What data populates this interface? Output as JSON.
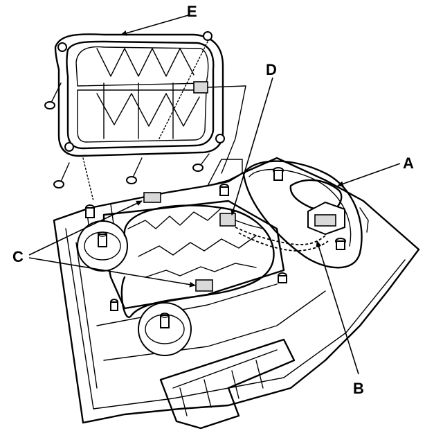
{
  "diagram": {
    "callouts": {
      "a": "A",
      "b": "B",
      "c": "C",
      "d": "D",
      "e": "E"
    },
    "colors": {
      "ink": "#000000",
      "background": "#ffffff",
      "shade": "#d9d9d9"
    }
  }
}
